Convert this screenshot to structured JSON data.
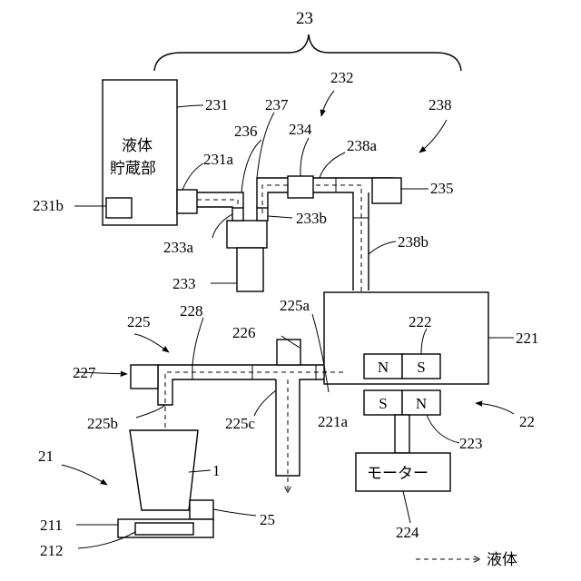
{
  "labels": {
    "n23": "23",
    "n231": "231",
    "n231a": "231a",
    "n231b": "231b",
    "n232": "232",
    "n233": "233",
    "n233a": "233a",
    "n233b": "233b",
    "n234": "234",
    "n235": "235",
    "n236": "236",
    "n237": "237",
    "n238": "238",
    "n238a": "238a",
    "n238b": "238b",
    "n22": "22",
    "n221": "221",
    "n221a": "221a",
    "n222": "222",
    "n223": "223",
    "n224": "224",
    "n225": "225",
    "n225a": "225a",
    "n225b": "225b",
    "n225c": "225c",
    "n226": "226",
    "n227": "227",
    "n228": "228",
    "n21": "21",
    "n211": "211",
    "n212": "212",
    "n1": "1",
    "n25": "25"
  },
  "tank_text": {
    "line1": "液体",
    "line2": "貯蔵部"
  },
  "magnet_upper": {
    "left": "N",
    "right": "S"
  },
  "magnet_lower": {
    "left": "S",
    "right": "N"
  },
  "motor_text": "モーター",
  "legend_text": "液体"
}
